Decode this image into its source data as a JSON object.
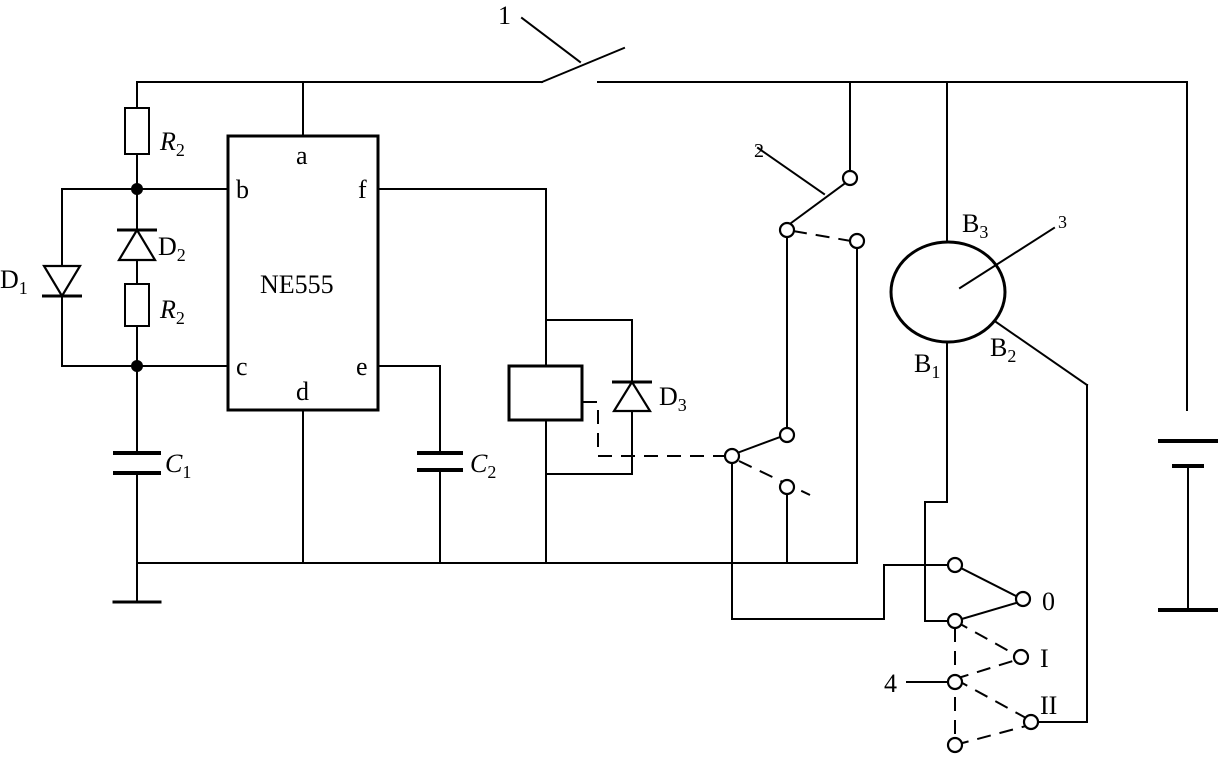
{
  "chip": {
    "name": "NE555",
    "pins": {
      "a": "a",
      "b": "b",
      "c": "c",
      "d": "d",
      "e": "e",
      "f": "f"
    }
  },
  "components": {
    "r2_top": {
      "main": "R",
      "sub": "2"
    },
    "r2_mid": {
      "main": "R",
      "sub": "2"
    },
    "d1": {
      "main": "D",
      "sub": "1"
    },
    "d2": {
      "main": "D",
      "sub": "2"
    },
    "d3": {
      "main": "D",
      "sub": "3"
    },
    "c1": {
      "main": "C",
      "sub": "1"
    },
    "c2": {
      "main": "C",
      "sub": "2"
    }
  },
  "motor": {
    "b3": {
      "main": "B",
      "sub": "3"
    },
    "b1": {
      "main": "B",
      "sub": "1"
    },
    "b2": {
      "main": "B",
      "sub": "2"
    }
  },
  "callouts": {
    "n1": "1",
    "n2": "2",
    "n3": "3",
    "n4": "4"
  },
  "switch4_positions": {
    "p0": "0",
    "p1": "I",
    "p2": "II"
  }
}
